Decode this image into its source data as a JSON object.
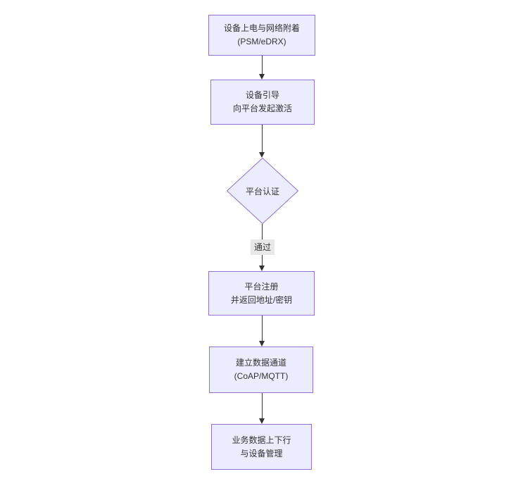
{
  "diagram": {
    "kind": "flowchart",
    "direction": "top-down",
    "colors": {
      "node_fill": "#ECECFF",
      "node_border": "#9370DB",
      "text": "#333333",
      "arrow": "#333333",
      "edge_label_bg": "#e8e8e8",
      "background": "#ffffff"
    },
    "nodes": [
      {
        "id": "n1",
        "shape": "rect",
        "lines": [
          "设备上电与网络附着",
          "(PSM/eDRX)"
        ]
      },
      {
        "id": "n2",
        "shape": "rect",
        "lines": [
          "设备引导",
          "向平台发起激活"
        ]
      },
      {
        "id": "n3",
        "shape": "diamond",
        "lines": [
          "平台认证"
        ]
      },
      {
        "id": "n4",
        "shape": "rect",
        "lines": [
          "平台注册",
          "并返回地址/密钥"
        ]
      },
      {
        "id": "n5",
        "shape": "rect",
        "lines": [
          "建立数据通道",
          "(CoAP/MQTT)"
        ]
      },
      {
        "id": "n6",
        "shape": "rect",
        "lines": [
          "业务数据上下行",
          "与设备管理"
        ]
      }
    ],
    "edges": [
      {
        "from": "n1",
        "to": "n2",
        "label": ""
      },
      {
        "from": "n2",
        "to": "n3",
        "label": ""
      },
      {
        "from": "n3",
        "to": "n4",
        "label": "通过"
      },
      {
        "from": "n4",
        "to": "n5",
        "label": ""
      },
      {
        "from": "n5",
        "to": "n6",
        "label": ""
      }
    ]
  }
}
